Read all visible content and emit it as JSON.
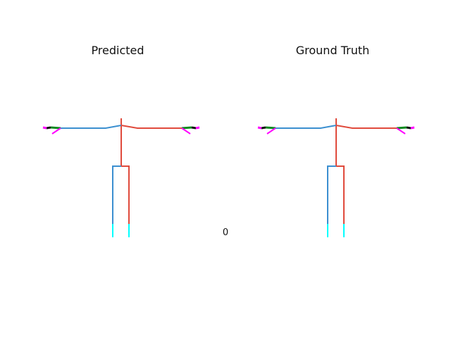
{
  "panels": {
    "left_title": "Predicted",
    "right_title": "Ground Truth"
  },
  "frame_index": "0",
  "colors": {
    "left_side": "#3b8fd0",
    "right_side": "#e04a3c",
    "feet": "#00ffff",
    "hand_green": "#0a8a1f",
    "hand_black": "#111111",
    "hand_magenta": "#ff00ff"
  }
}
